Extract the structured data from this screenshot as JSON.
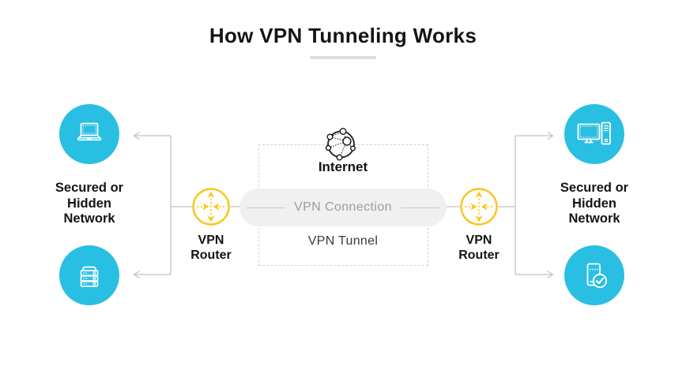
{
  "title": {
    "text": "How VPN Tunneling Works"
  },
  "internet": {
    "label": "Internet",
    "icon": "internet-globe-icon"
  },
  "tunnel": {
    "connection_label": "VPN Connection",
    "tunnel_label": "VPN Tunnel"
  },
  "routers": {
    "left": {
      "icon": "router-icon",
      "label_lines": [
        "VPN",
        "Router"
      ]
    },
    "right": {
      "icon": "router-icon",
      "label_lines": [
        "VPN",
        "Router"
      ]
    }
  },
  "networks": {
    "left": {
      "top_icon": "laptop-icon",
      "bottom_icon": "server-rack-icon",
      "label_lines": [
        "Secured or",
        "Hidden",
        "Network"
      ]
    },
    "right": {
      "top_icon": "desktop-computer-icon",
      "bottom_icon": "phone-verified-icon",
      "label_lines": [
        "Secured or",
        "Hidden",
        "Network"
      ]
    }
  },
  "colors": {
    "node_cyan": "#29bfe2",
    "router_yellow": "#f9c51a",
    "connector_gray": "#c2c2c2",
    "pill_background": "#f0f0f0",
    "pill_text": "#9c9c9c",
    "dashed_border": "#cfcfcf",
    "text_dark": "#141414",
    "title_underline": "#dedede"
  }
}
